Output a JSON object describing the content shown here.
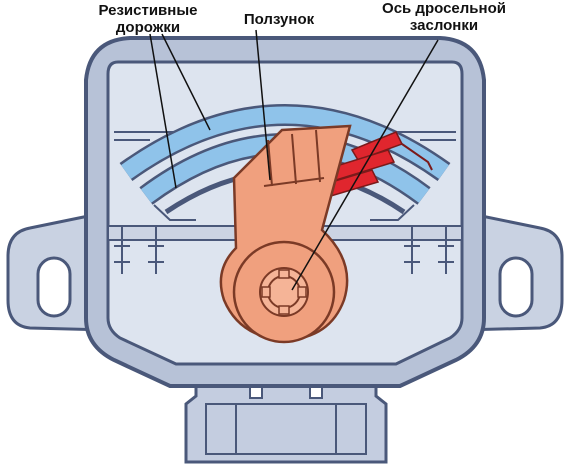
{
  "labels": {
    "resistive_tracks": [
      "Резистивные",
      "дорожки"
    ],
    "slider": "Ползунок",
    "throttle_axis": [
      "Ось дросельной",
      "заслонки"
    ]
  },
  "colors": {
    "housing": "#4a587a",
    "housing_fill": "#cdd6e6",
    "interior": "#dde4ef",
    "track_blue": "#8fc3ea",
    "slider": "#f0a07e",
    "slider_outline": "#7b3a26",
    "contact_red": "#e0262e"
  }
}
